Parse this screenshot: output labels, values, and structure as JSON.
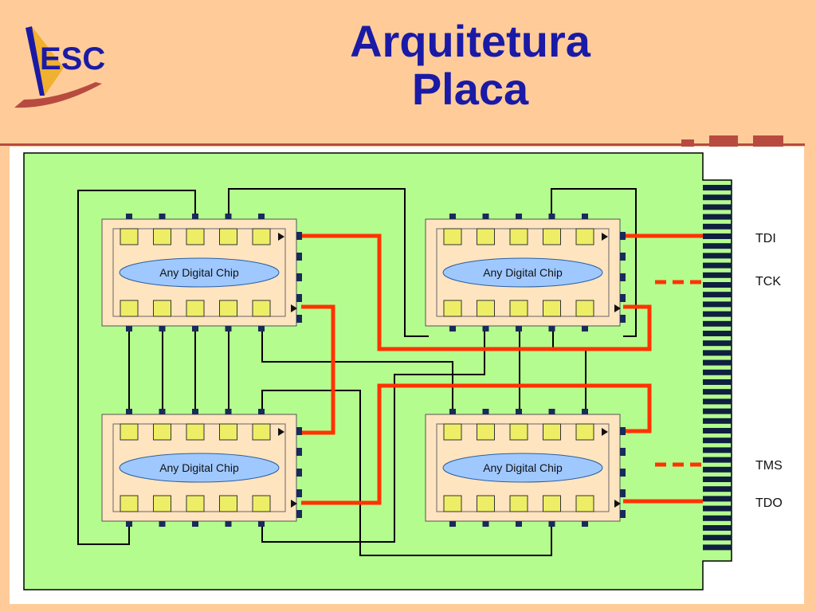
{
  "title": {
    "line1": "Arquitetura",
    "line2": "Placa"
  },
  "logo": {
    "text": "ESC",
    "icon": "esc-logo"
  },
  "colors": {
    "background": "#FFCC99",
    "title": "#1A1AA6",
    "board": "#B5FC8F",
    "chip": "#FFE4C0",
    "cell": "#EEEE66",
    "chip_label_fill": "#9FC8FF",
    "jtag_wire": "#FF3300",
    "wire": "#000000",
    "pin": "#1A2A5A",
    "accent": "#B84B40"
  },
  "chips": [
    {
      "label": "Any Digital Chip"
    },
    {
      "label": "Any Digital Chip"
    },
    {
      "label": "Any Digital Chip"
    },
    {
      "label": "Any Digital Chip"
    }
  ],
  "signals": {
    "tdi": "TDI",
    "tck": "TCK",
    "tms": "TMS",
    "tdo": "TDO"
  }
}
